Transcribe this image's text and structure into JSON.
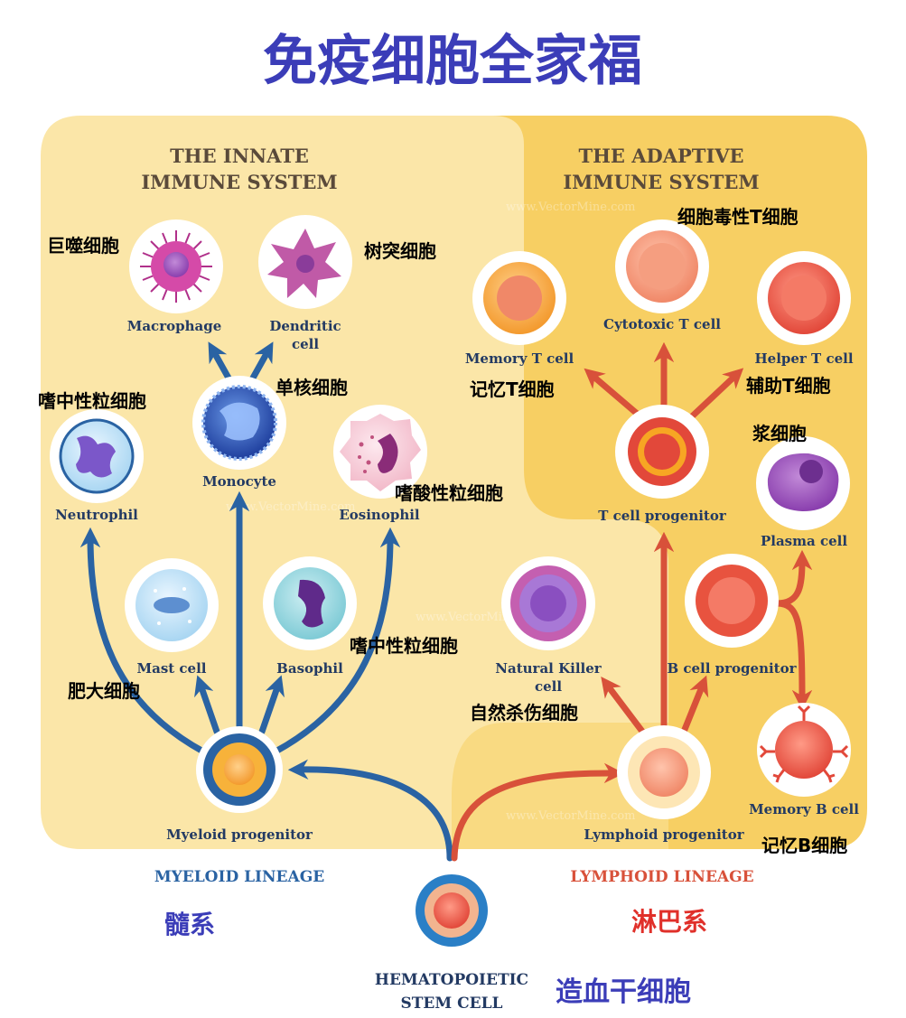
{
  "title": "免疫细胞全家福",
  "innate_heading": [
    "THE INNATE",
    "IMMUNE SYSTEM"
  ],
  "adaptive_heading": [
    "THE ADAPTIVE",
    "IMMUNE SYSTEM"
  ],
  "watermark": "www.VectorMine.com",
  "colors": {
    "title": "#3b3db8",
    "myeloid": "#2a63a3",
    "lymphoid": "#d8513a",
    "panel_innate": "#fbe6a8",
    "panel_adaptive": "#f7cf63",
    "heading": "#5a4a3a"
  },
  "cells": {
    "macrophage": {
      "en": "Macrophage",
      "cn": "巨噬细胞"
    },
    "dendritic": {
      "en": [
        "Dendritic",
        "cell"
      ],
      "cn": "树突细胞"
    },
    "monocyte": {
      "en": "Monocyte",
      "cn": "单核细胞"
    },
    "neutrophil": {
      "en": "Neutrophil",
      "cn": "嗜中性粒细胞"
    },
    "eosinophil": {
      "en": "Eosinophil",
      "cn": "嗜酸性粒细胞"
    },
    "mast": {
      "en": "Mast cell",
      "cn": "肥大细胞"
    },
    "basophil": {
      "en": "Basophil",
      "cn": "嗜中性粒细胞"
    },
    "myeloid_progenitor": {
      "en": "Myeloid progenitor"
    },
    "memory_t": {
      "en": "Memory T cell",
      "cn": "记忆T细胞"
    },
    "cytotoxic_t": {
      "en": "Cytotoxic T cell",
      "cn": "细胞毒性T细胞"
    },
    "helper_t": {
      "en": "Helper T cell",
      "cn": "辅助T细胞"
    },
    "plasma": {
      "en": "Plasma cell",
      "cn": "浆细胞"
    },
    "t_progenitor": {
      "en": "T cell progenitor"
    },
    "nk": {
      "en": [
        "Natural Killer",
        "cell"
      ],
      "cn": "自然杀伤细胞"
    },
    "b_progenitor": {
      "en": "B cell progenitor"
    },
    "memory_b": {
      "en": "Memory B cell",
      "cn": "记忆B细胞"
    },
    "lymphoid_progenitor": {
      "en": "Lymphoid progenitor"
    },
    "stem": {
      "en": [
        "HEMATOPOIETIC",
        "STEM CELL"
      ],
      "cn": "造血干细胞"
    }
  },
  "lineages": {
    "myeloid": {
      "en": "MYELOID LINEAGE",
      "cn": "髓系"
    },
    "lymphoid": {
      "en": "LYMPHOID LINEAGE",
      "cn": "淋巴系"
    }
  }
}
